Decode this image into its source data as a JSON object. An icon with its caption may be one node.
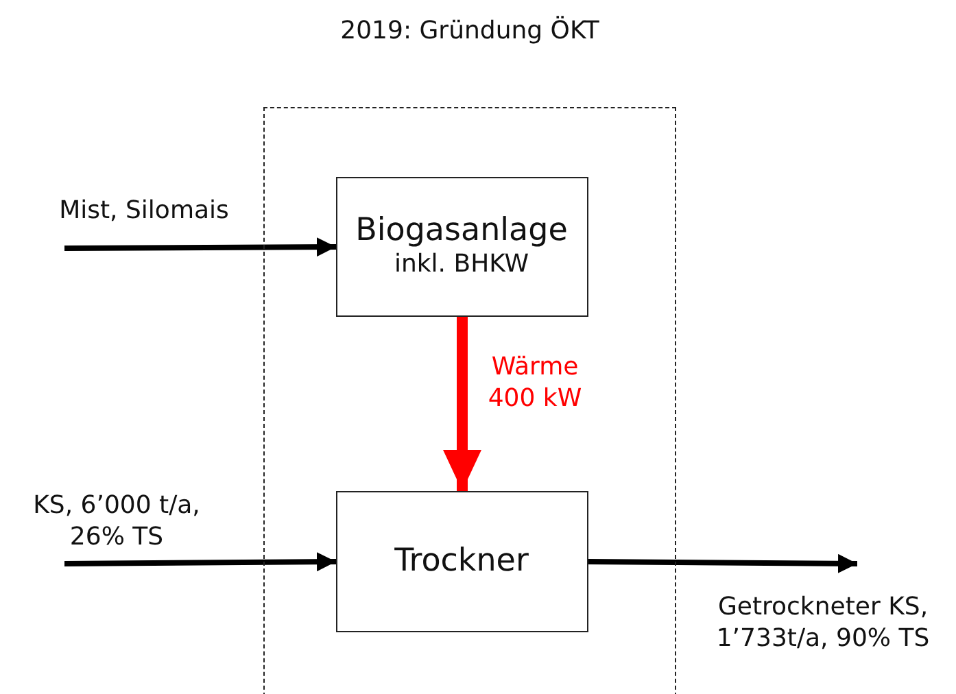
{
  "diagram": {
    "nodes": [
      {
        "text": [
          "2019: Gründung ÖKT"
        ]
      },
      {
        "text": [
          "Biogasanlage",
          "inkl. BHKW"
        ],
        "in": 0
      },
      {
        "text": [
          "Trockner"
        ],
        "in": 0
      }
    ],
    "edges": [
      {
        "from": null,
        "to": 1,
        "arrow": "to",
        "label": "Mist, Silomais"
      },
      {
        "from": 1,
        "to": 2,
        "arrow": "to",
        "label": "Wärme 400 kW",
        "style": "thick",
        "color": "#ff0000"
      },
      {
        "from": null,
        "to": 2,
        "arrow": "to",
        "label": "KS, 6’000 t/a, 26% TS"
      },
      {
        "from": 2,
        "to": null,
        "arrow": "to",
        "label": "Getrockneter KS, 1’733t/a, 90% TS"
      }
    ]
  }
}
